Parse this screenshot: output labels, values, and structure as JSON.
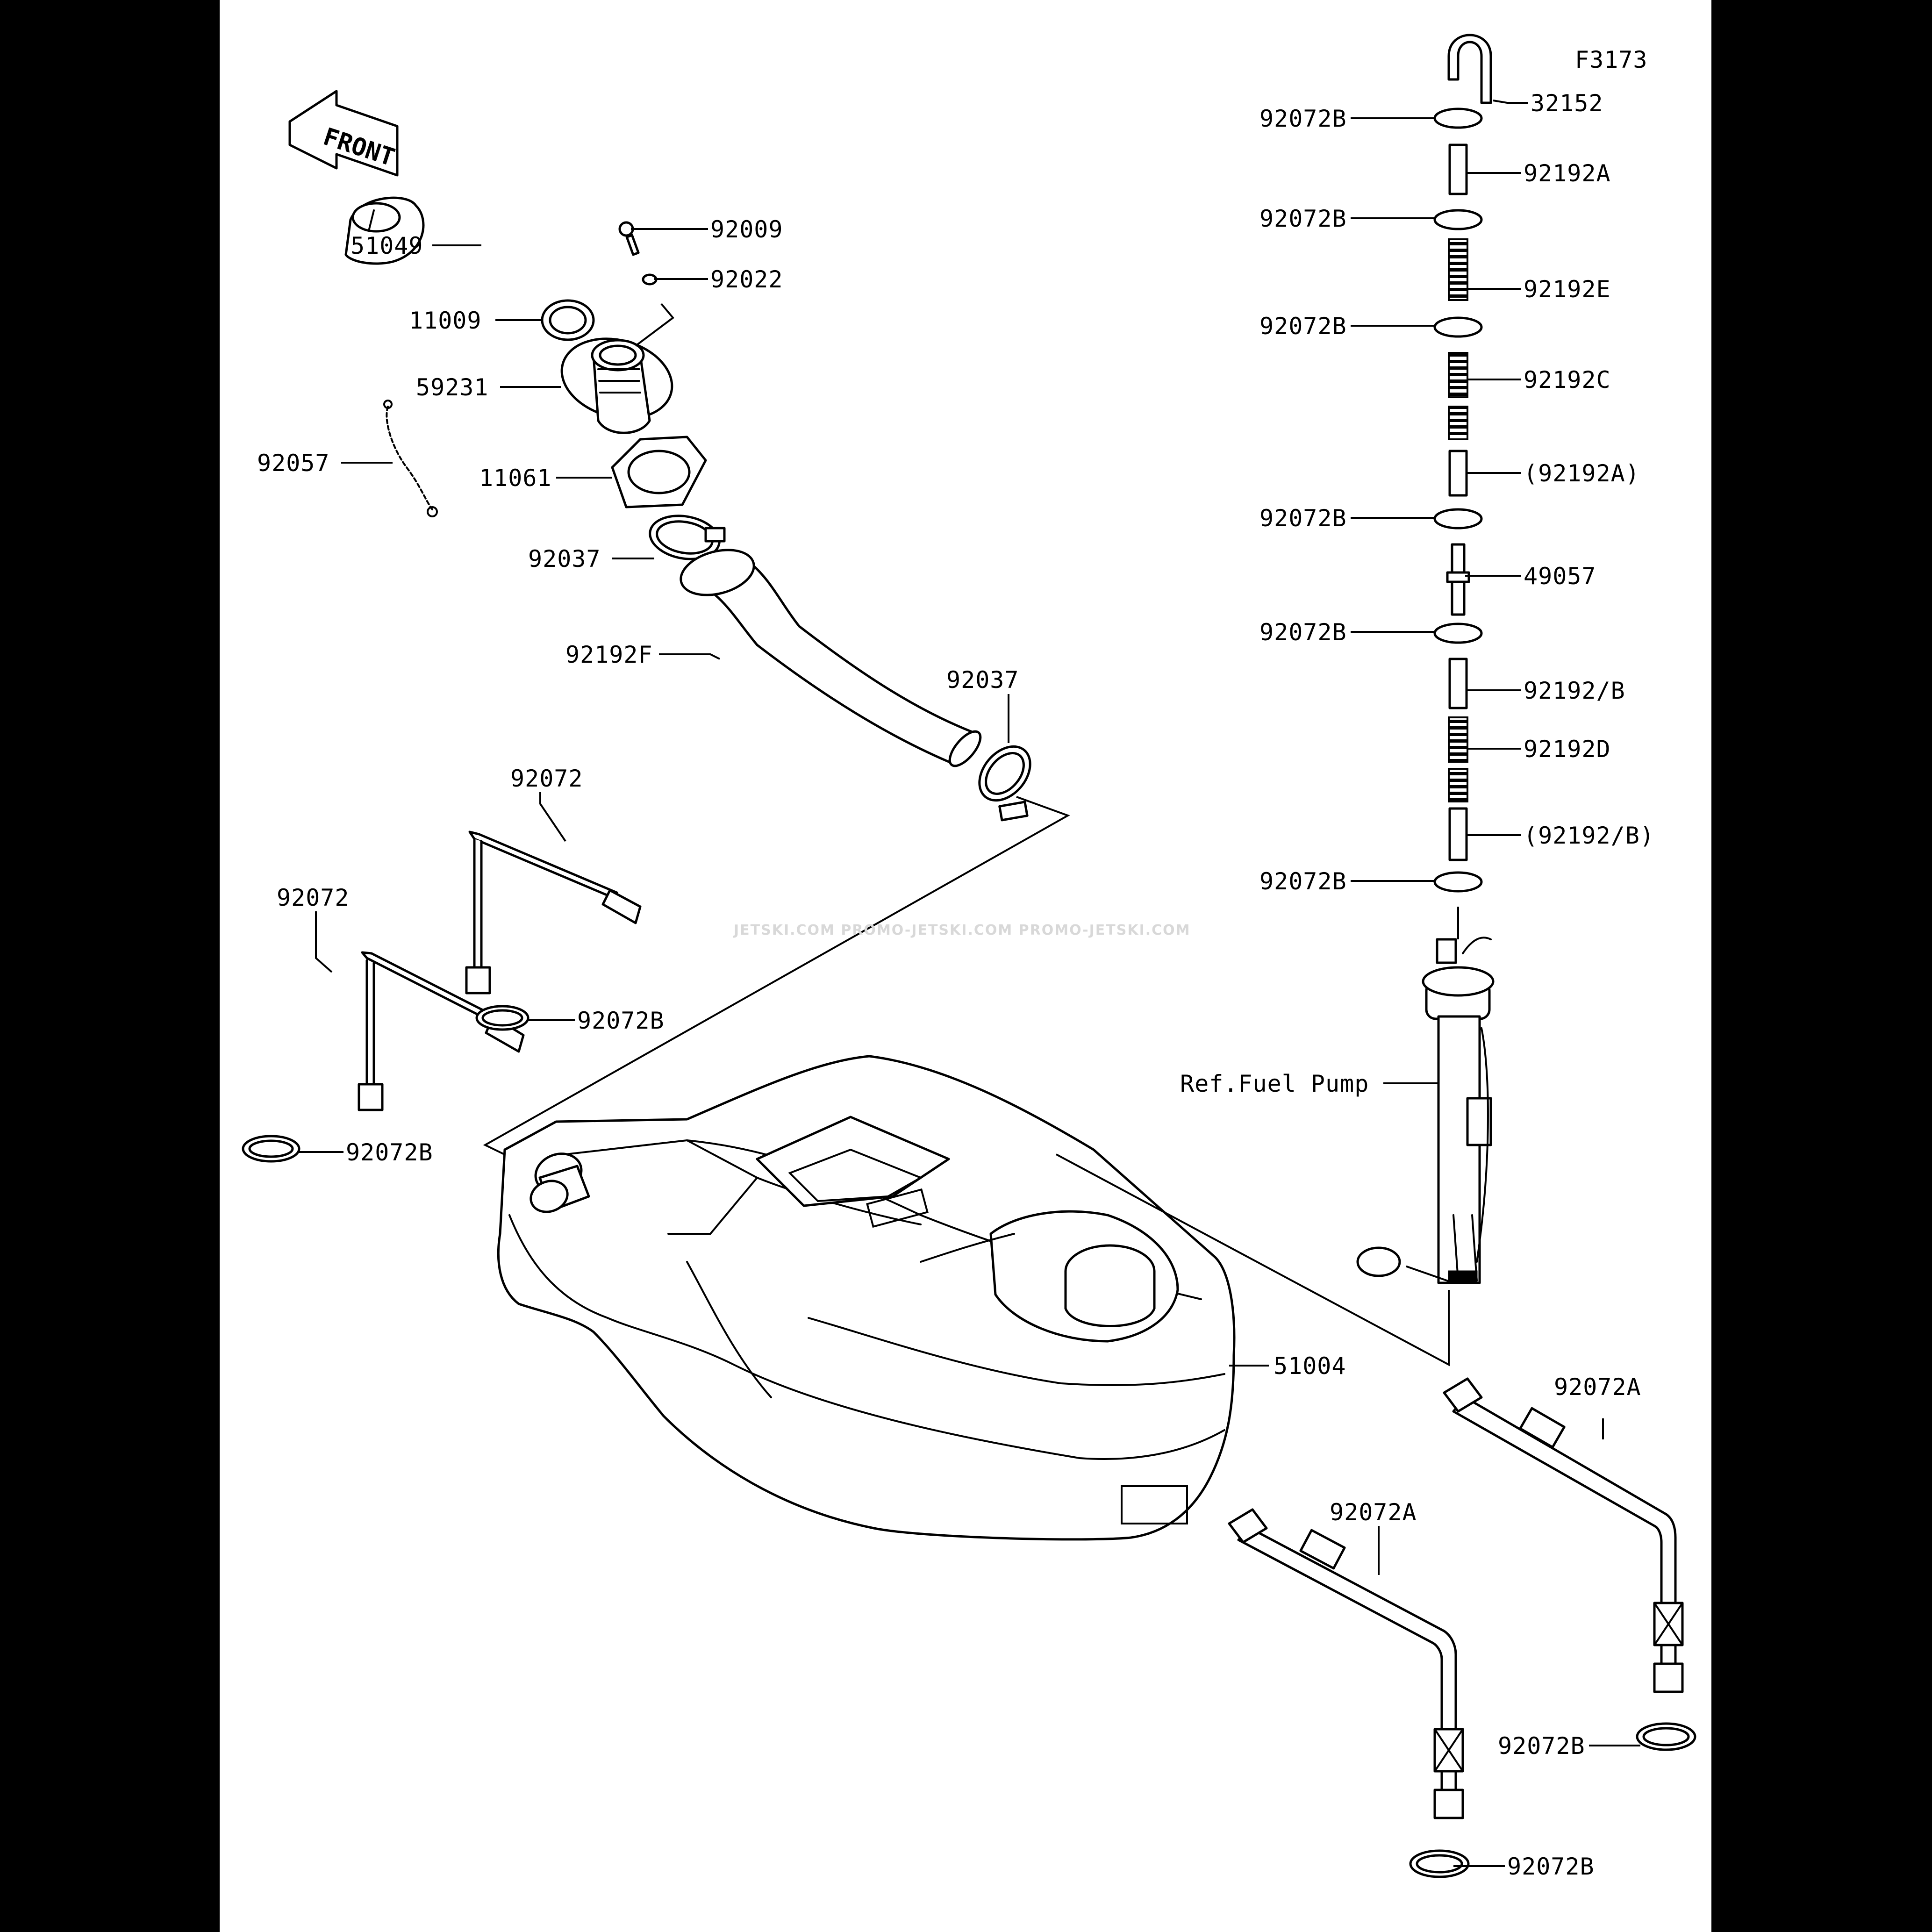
{
  "diagram_code": "F3173",
  "front_label": "FRONT",
  "watermark": "JETSKI.COM  PROMO-JETSKI.COM  PROMO-JETSKI.COM",
  "labels": {
    "p51049": "51049",
    "p92009": "92009",
    "p92022": "92022",
    "p11009": "11009",
    "p59231": "59231",
    "p92057": "92057",
    "p11061": "11061",
    "p92037a": "92037",
    "p92192F": "92192F",
    "p92037b": "92037",
    "p92072a": "92072",
    "p92072b": "92072",
    "p92072B_left1": "92072B",
    "p92072B_left2": "92072B",
    "p51004": "51004",
    "p92072A_1": "92072A",
    "p92072A_2": "92072A",
    "p92072B_right1": "92072B",
    "p92072B_right2": "92072B",
    "p32152": "32152",
    "p92072B_r1": "92072B",
    "p92192A": "92192A",
    "p92072B_r2": "92072B",
    "p92192E": "92192E",
    "p92072B_r3": "92072B",
    "p92192C": "92192C",
    "p92192A_ref": "(92192A)",
    "p92072B_r4": "92072B",
    "p49057": "49057",
    "p92072B_r5": "92072B",
    "p92192_B": "92192/B",
    "p92192D": "92192D",
    "p92192_B_ref": "(92192/B)",
    "p92072B_r6": "92072B",
    "ref_fuel_pump": "Ref.Fuel Pump"
  }
}
